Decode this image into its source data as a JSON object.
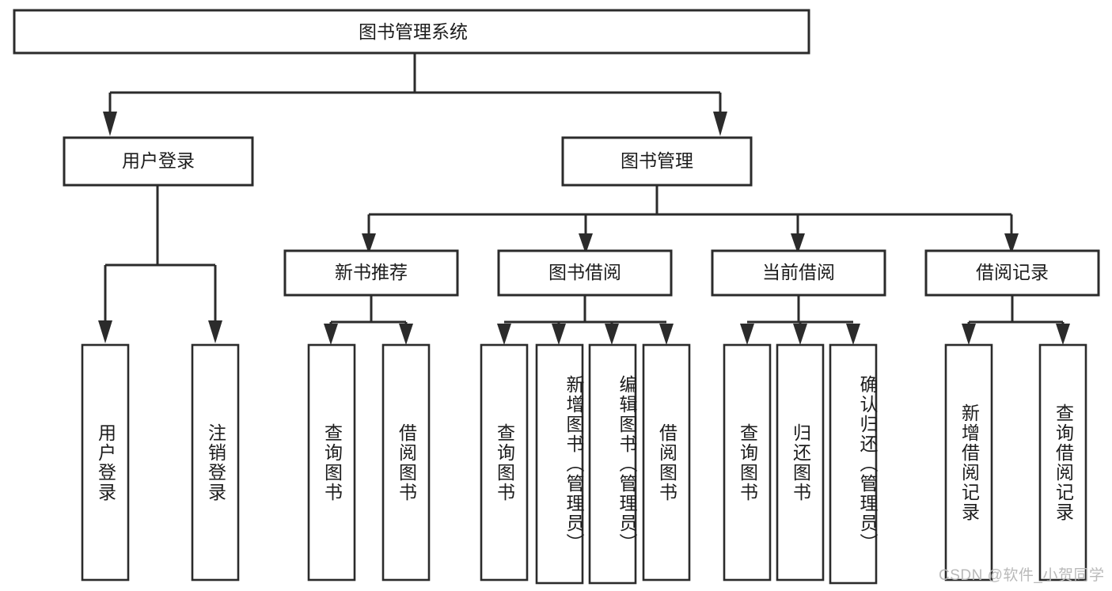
{
  "diagram": {
    "type": "tree-hierarchy",
    "title": "图书管理系统",
    "root": {
      "label": "图书管理系统"
    },
    "level1": [
      {
        "label": "用户登录"
      },
      {
        "label": "图书管理"
      }
    ],
    "level2": [
      {
        "label": "新书推荐"
      },
      {
        "label": "图书借阅"
      },
      {
        "label": "当前借阅"
      },
      {
        "label": "借阅记录"
      }
    ],
    "leaves": {
      "user_login": [
        {
          "label": "用户登录"
        },
        {
          "label": "注销登录"
        }
      ],
      "new_book_recommend": [
        {
          "label": "查询图书"
        },
        {
          "label": "借阅图书"
        }
      ],
      "book_borrow": [
        {
          "label": "查询图书"
        },
        {
          "label": "新增图书（管理员）"
        },
        {
          "label": "编辑图书（管理员）"
        },
        {
          "label": "借阅图书"
        }
      ],
      "current_borrow": [
        {
          "label": "查询图书"
        },
        {
          "label": "归还图书"
        },
        {
          "label": "确认归还（管理员）"
        }
      ],
      "borrow_record": [
        {
          "label": "新增借阅记录"
        },
        {
          "label": "查询借阅记录"
        }
      ]
    }
  },
  "watermark": {
    "text": "CSDN @软件_小贺同学"
  },
  "colors": {
    "stroke": "#2b2b2b",
    "fill": "#ffffff",
    "text": "#1c1c1c",
    "watermark": "#b9b9b9"
  }
}
